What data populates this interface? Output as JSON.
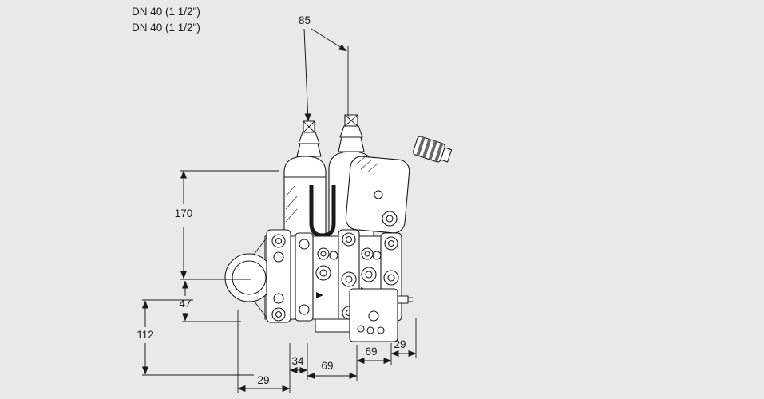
{
  "page": {
    "background": "#e9e9e9",
    "line_color": "#1a1a1a"
  },
  "labels": {
    "dn_line1": "DN 40 (1 1/2\")",
    "dn_line2": "DN 40 (1 1/2\")",
    "dim_85": "85",
    "dim_170": "170",
    "dim_47": "47",
    "dim_112": "112",
    "dim_34": "34",
    "dim_69_left": "69",
    "dim_69_right": "69",
    "dim_29_right": "29",
    "dim_29_bottom": "29"
  }
}
